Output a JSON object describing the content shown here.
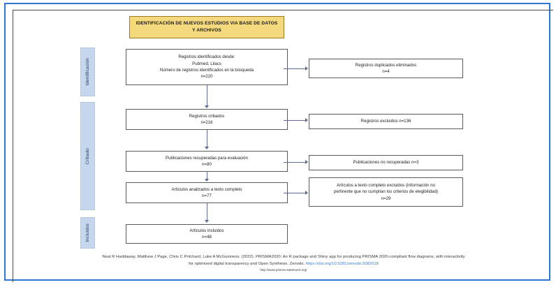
{
  "diagram": {
    "title": "PRISMA 2020 flow diagram",
    "banner": {
      "label": "IDENTIFICACIÓN DE NUEVOS ESTUDIOS VIA BASE DE DATOS Y ARCHIVOS",
      "background_color": "#F5D97F",
      "border_color": "#9a7b1e"
    },
    "frame_color": "#2E75D4",
    "phase_color": "#C6D6EC",
    "phases": [
      {
        "id": "identificacion",
        "label": "Identificación"
      },
      {
        "id": "cribado",
        "label": "Cribado"
      },
      {
        "id": "incluidos",
        "label": "Incluidos"
      }
    ],
    "boxes": {
      "identified": {
        "line1": "Registros identificados desde:",
        "line2": "Pubmed, Lilacs",
        "line3": "Número de registros identificados en la búsqueda",
        "line4": "n=220",
        "count": 220
      },
      "duplicates": {
        "line1": "Registros duplicados eliminados",
        "line2": "n=4",
        "count": 4
      },
      "screened": {
        "line1": "Registros cribados",
        "line2": "n=216",
        "count": 216
      },
      "excluded": {
        "line1": "Registros excluidos n=136",
        "count": 136
      },
      "retrieved": {
        "line1": "Publicaciones recuperadas para evaluación",
        "line2": "n=80",
        "count": 80
      },
      "not_retrieved": {
        "line1": "Publicaciones no recuperadas n=3",
        "count": 3
      },
      "assessed": {
        "line1": "Artículos analizados a texto completo",
        "line2": "n=77",
        "count": 77
      },
      "fulltext_excluded": {
        "line1": "Artículos a texto completo excluidos (información no",
        "line2": "pertinente que no cumplían los criterios de elegibilidad)",
        "line3": "n=29",
        "count": 29
      },
      "included": {
        "line1": "Artículos incluidos",
        "line2": "n=48",
        "count": 48
      }
    }
  },
  "footer": {
    "line1": "Neal R Haddaway, Matthew J Page, Chris C Pritchard, Luke A McGuinness. (2022). PRISMA2020: An R package and Shiny app for producing PRISMA 2020-compliant flow diagrams, with interactivity",
    "line2_prefix": "for optimised digital transparency and Open Synthesis. Zenodo. ",
    "doi_link": "https://doi.org/10.5281/zenodo.5082518",
    "line3": "http://www.prisma-statement.org/"
  }
}
